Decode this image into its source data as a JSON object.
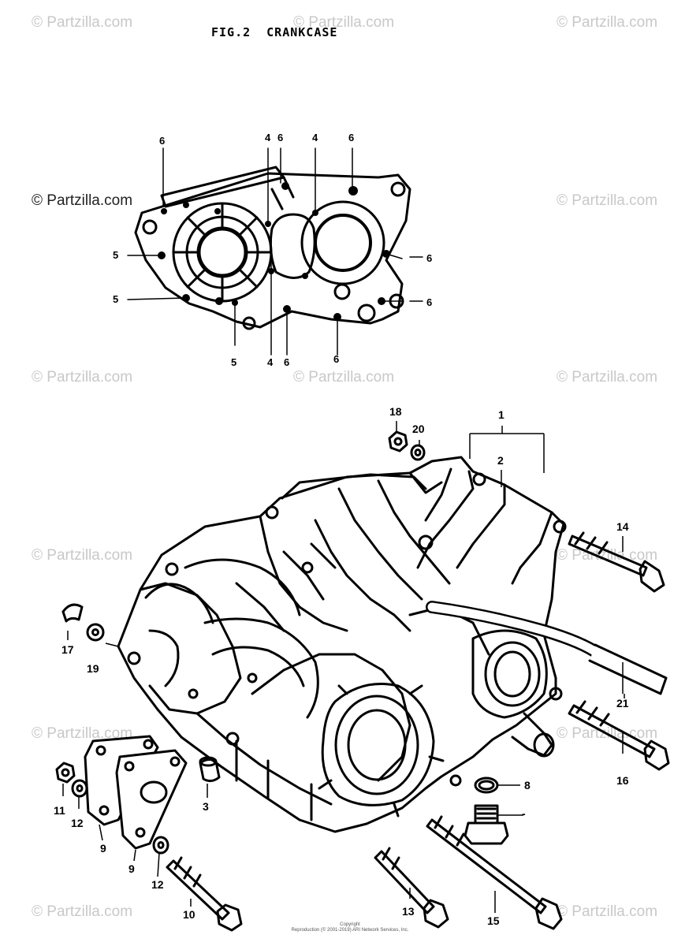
{
  "figure": {
    "fig": "FIG.2",
    "name": "CRANKCASE"
  },
  "watermark": "© Partzilla.com",
  "footer": {
    "line1": "Copyright",
    "line2": "Reproduction (© 2001-2019) ARI Network Services, Inc."
  },
  "top_view_labels": [
    "6",
    "4",
    "6",
    "4",
    "6",
    "5",
    "6",
    "5",
    "6",
    "5",
    "4",
    "6",
    "6"
  ],
  "callouts": {
    "c1": "1",
    "c2": "2",
    "c3": "3",
    "c8": "8",
    "c9a": "9",
    "c9b": "9",
    "c10": "10",
    "c11": "11",
    "c12a": "12",
    "c12b": "12",
    "c13": "13",
    "c14": "14",
    "c15": "15",
    "c16": "16",
    "c17": "17",
    "c18": "18",
    "c19": "19",
    "c20": "20",
    "c21": "21",
    "dash": "-"
  }
}
